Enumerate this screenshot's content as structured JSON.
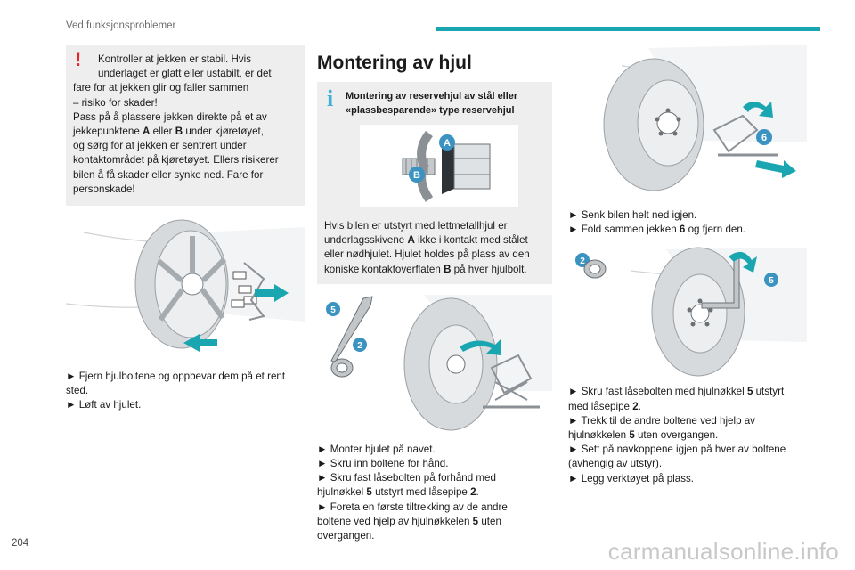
{
  "header": {
    "title": "Ved funksjonsproblemer"
  },
  "page_number": "204",
  "watermark": "carmanualsonline.info",
  "col1": {
    "warning": {
      "line1": "Kontroller at jekken er stabil. Hvis",
      "line2": "underlaget er glatt eller ustabilt, er det",
      "line3": "fare for at jekken glir og faller sammen",
      "line4": "– risiko for skader!",
      "line5": "Pass på å plassere jekken direkte på et av",
      "line6a": "jekkepunktene ",
      "A": "A",
      "line6b": " eller ",
      "B": "B",
      "line6c": " under kjøretøyet,",
      "line7": "og sørg for at jekken er sentrert under",
      "line8": "kontaktområdet på kjøretøyet. Ellers risikerer",
      "line9": "bilen å få skader eller synke ned. Fare for",
      "line10": "personskade!"
    },
    "steps": {
      "line1": "► Fjern hjulboltene og oppbevar dem på et rent",
      "line2": "sted.",
      "line3": "► Løft av hjulet."
    }
  },
  "col2": {
    "section_title": "Montering av hjul",
    "info": {
      "head1": "Montering av reservehjul av stål eller",
      "head2": "«plassbesparende» type reservehjul",
      "label_A": "A",
      "label_B": "B",
      "body1": "Hvis bilen er utstyrt med lettmetallhjul er",
      "body2a": "underlagsskivene ",
      "A": "A",
      "body2b": " ikke i kontakt med stålet",
      "body3": "eller nødhjulet. Hjulet holdes på plass av den",
      "body4a": "koniske kontaktoverflaten ",
      "B": "B",
      "body4b": " på hver hjulbolt."
    },
    "fig_labels": {
      "five": "5",
      "two": "2"
    },
    "steps": {
      "line1": "► Monter hjulet på navet.",
      "line2": "► Skru inn boltene for hånd.",
      "line3": "► Skru fast låsebolten på forhånd med",
      "line4a": "hjulnøkkel ",
      "n5": "5",
      "line4b": " utstyrt med låsepipe ",
      "n2": "2",
      "line4c": ".",
      "line5": "► Foreta en første tiltrekking av de andre",
      "line6a": "boltene ved hjelp av hjulnøkkelen ",
      "n5b": "5",
      "line6b": " uten",
      "line7": "overgangen."
    }
  },
  "col3": {
    "fig1_label": "6",
    "steps1": {
      "line1": "► Senk bilen helt ned igjen.",
      "line2a": "► Fold sammen jekken ",
      "n6": "6",
      "line2b": " og fjern den."
    },
    "fig2_labels": {
      "two": "2",
      "five": "5"
    },
    "steps2": {
      "line1a": "► Skru fast låsebolten med hjulnøkkel ",
      "n5": "5",
      "line1b": " utstyrt",
      "line2a": "med låsepipe ",
      "n2": "2",
      "line2b": ".",
      "line3": "► Trekk til de andre boltene ved hjelp av",
      "line4a": "hjulnøkkelen ",
      "n5b": "5",
      "line4b": " uten overgangen.",
      "line5": "► Sett på navkoppene igjen på hver av boltene",
      "line6": "(avhengig av utstyr).",
      "line7": "► Legg verktøyet på plass."
    }
  },
  "colors": {
    "accent": "#1aa6b0",
    "warning": "#e3242b",
    "info": "#3fb1d8",
    "arrow": "#1aa6b0",
    "badge": "#3a93c0",
    "box_bg": "#eeeeee"
  }
}
